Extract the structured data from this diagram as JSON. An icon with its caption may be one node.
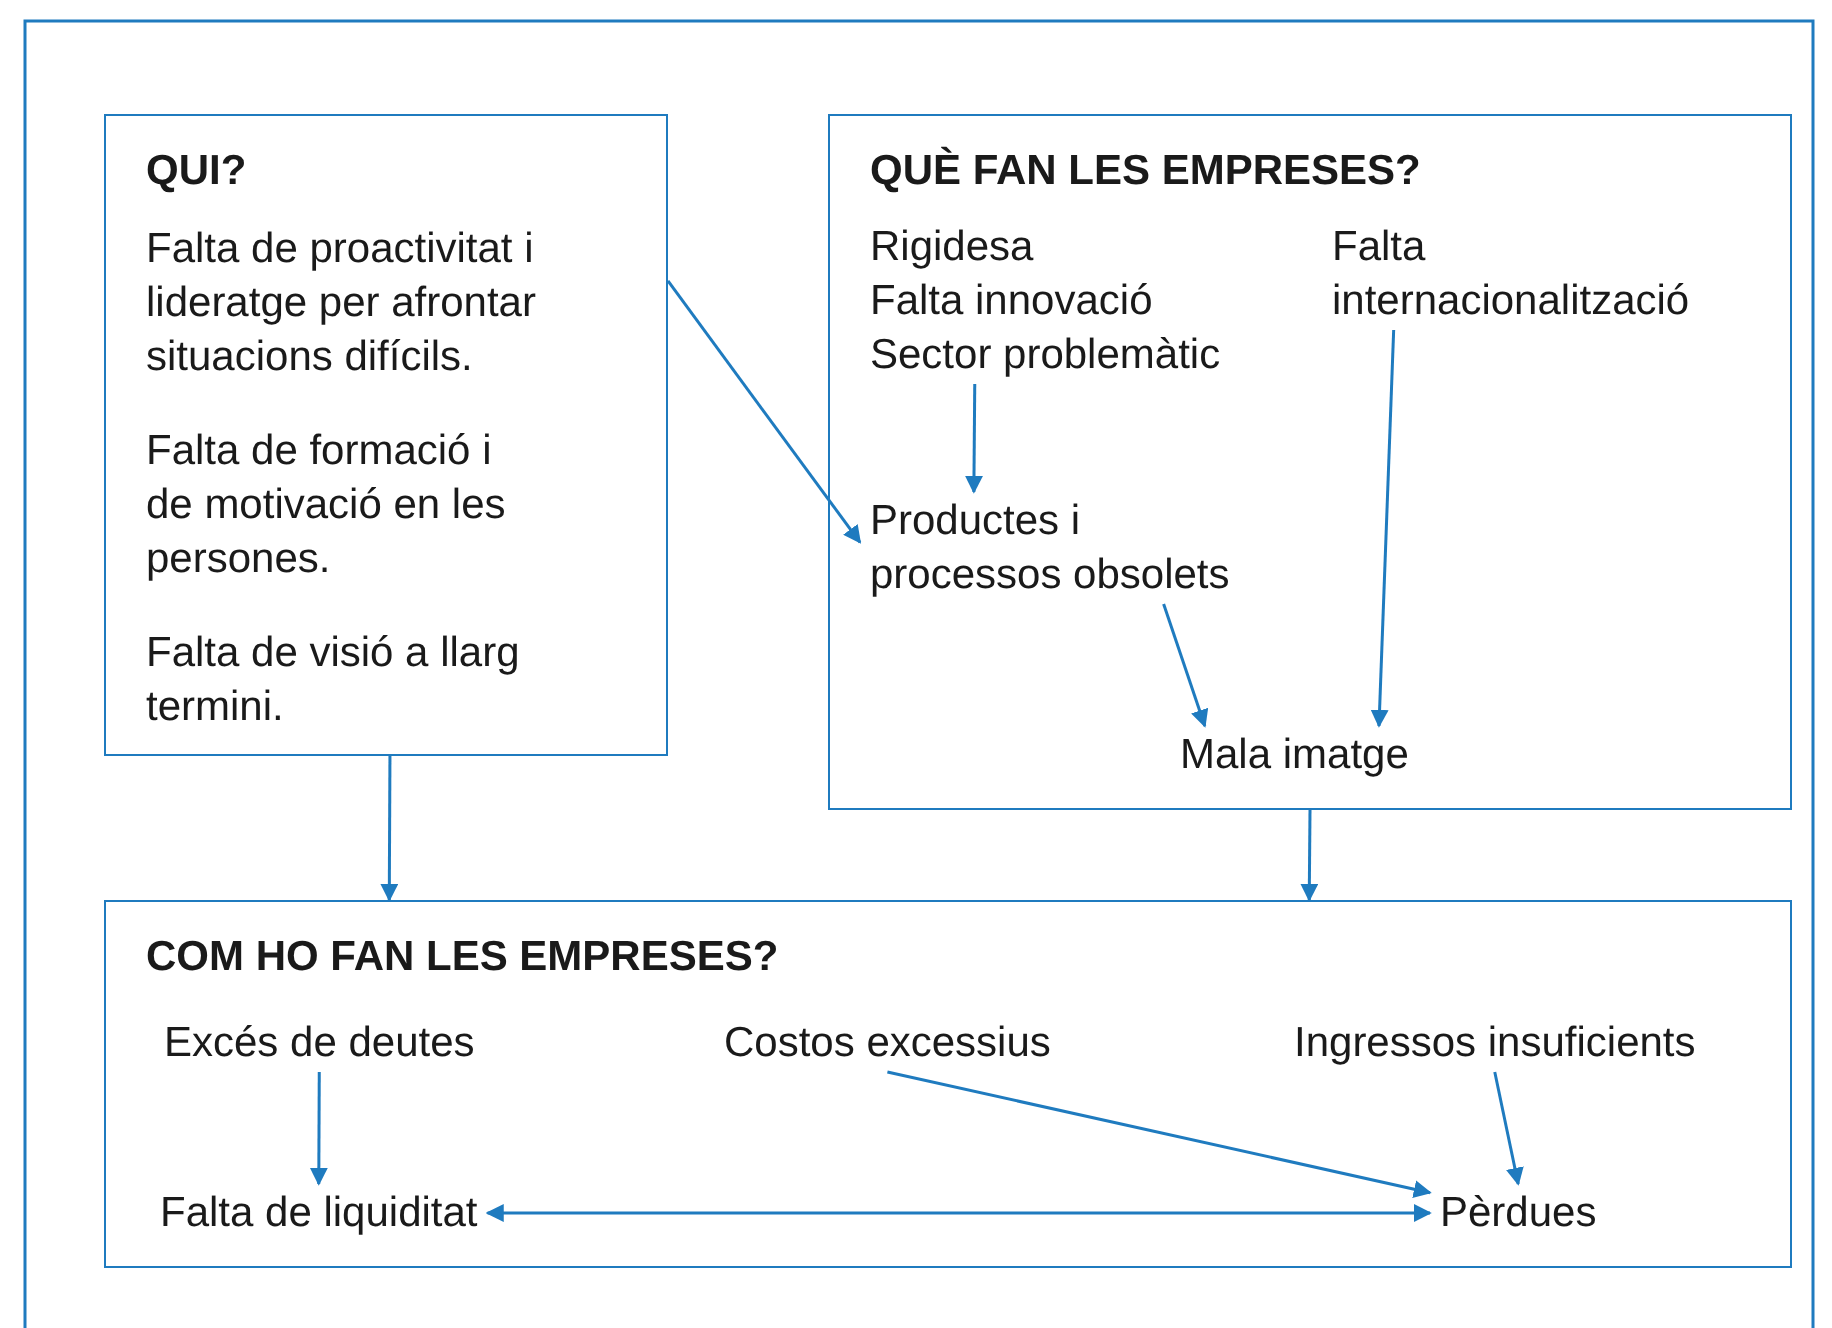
{
  "diagram": {
    "nodes": [
      {
        "text": [
          "QUI?",
          "Falta de proactivitat i lideratge per afrontar situacions difícils.",
          "Falta de formació i de motivació en les persones.",
          "Falta de visió a llarg termini."
        ]
      },
      {
        "text": [
          "QUÈ FAN LES EMPRESES?"
        ]
      },
      {
        "text": [
          "Rigidesa",
          "Falta innovació",
          "Sector problemàtic"
        ],
        "in": 1
      },
      {
        "text": [
          "Falta internacionalització"
        ],
        "in": 1
      },
      {
        "text": [
          "Productes i processos obsolets"
        ],
        "in": 1
      },
      {
        "text": [
          "Mala imatge"
        ],
        "in": 1
      },
      {
        "text": [
          "COM HO FAN LES EMPRESES?"
        ]
      },
      {
        "text": [
          "Excés de deutes"
        ],
        "in": 6
      },
      {
        "text": [
          "Costos excessius"
        ],
        "in": 6
      },
      {
        "text": [
          "Ingressos insuficients"
        ],
        "in": 6
      },
      {
        "text": [
          "Falta de liquiditat"
        ],
        "in": 6
      },
      {
        "text": [
          "Pèrdues"
        ],
        "in": 6
      }
    ],
    "edges": [
      {
        "from": 0,
        "to": 4,
        "arrow": "to"
      },
      {
        "from": 2,
        "to": 4,
        "arrow": "to"
      },
      {
        "from": 4,
        "to": 5,
        "arrow": "to"
      },
      {
        "from": 3,
        "to": 5,
        "arrow": "to"
      },
      {
        "from": 0,
        "to": 6,
        "arrow": "to"
      },
      {
        "from": 1,
        "to": 6,
        "arrow": "to"
      },
      {
        "from": 7,
        "to": 10,
        "arrow": "to"
      },
      {
        "from": 8,
        "to": 11,
        "arrow": "to"
      },
      {
        "from": 9,
        "to": 11,
        "arrow": "to"
      },
      {
        "from": 10,
        "to": 11,
        "arrow": "both"
      }
    ]
  }
}
